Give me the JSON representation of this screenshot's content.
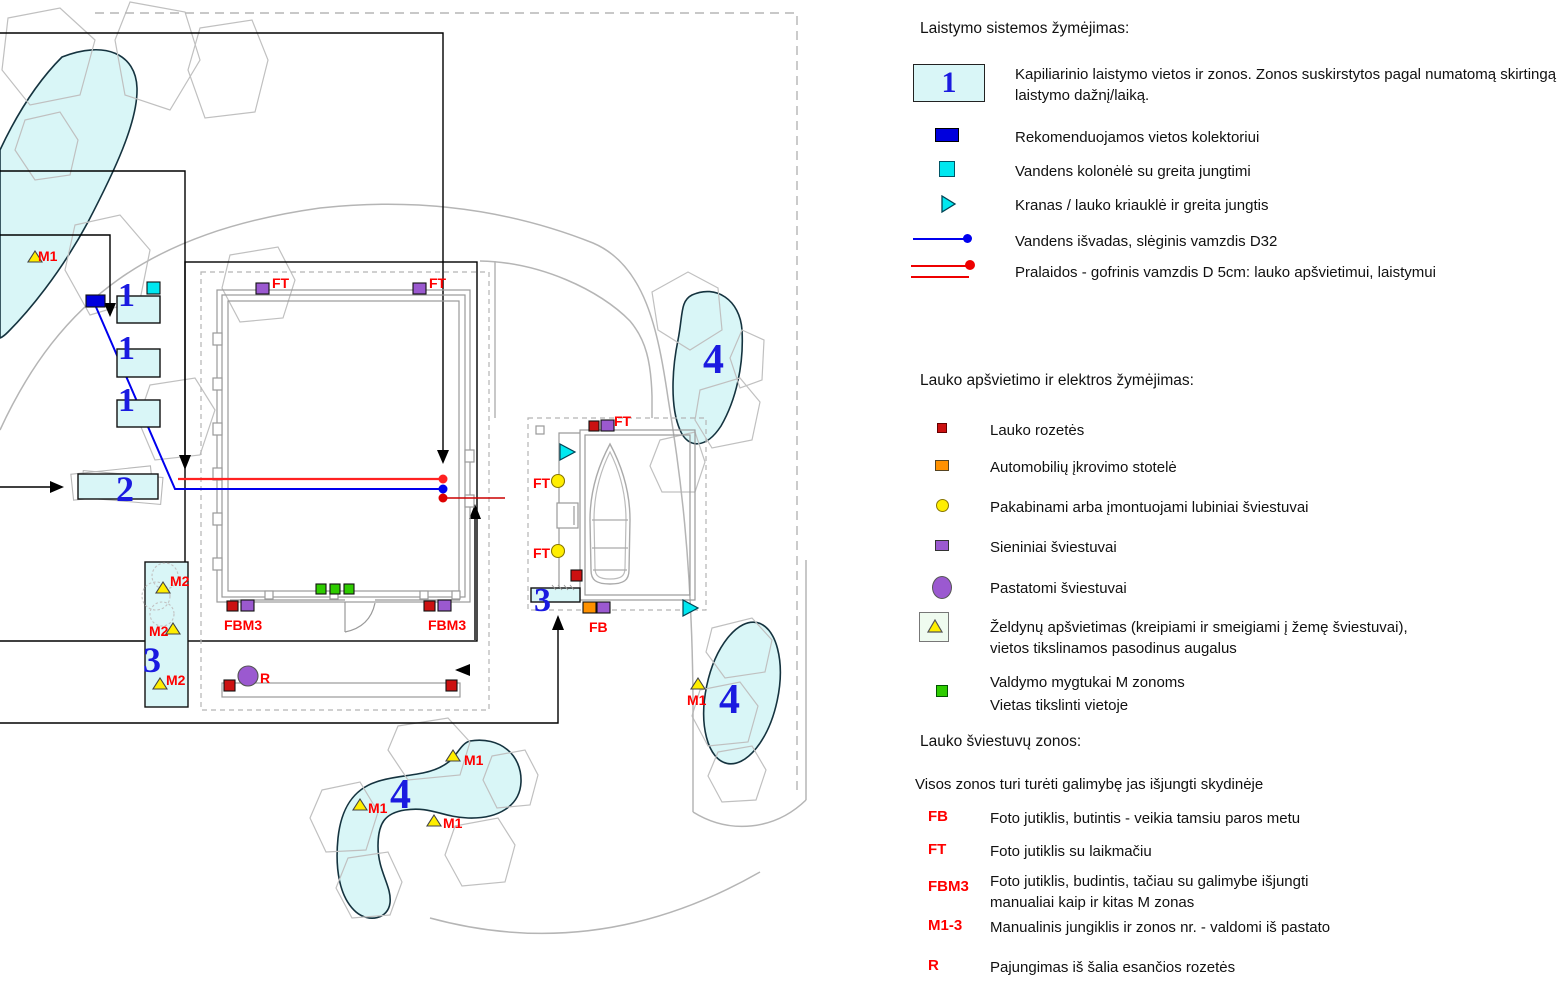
{
  "colors": {
    "zone_fill": "#d9f6f7",
    "accent_blue": "#1a1ae0",
    "collector_blue": "#0000dd",
    "bright_cyan": "#00e8f0",
    "marker_red": "#ff0000",
    "dark_red": "#cc1111",
    "purple": "#9b59d0",
    "yellow": "#ffee00",
    "green": "#2ecc00",
    "orange": "#ff9100"
  },
  "legend": {
    "irrigation": {
      "title": "Laistymo sistemos žymėjimas:",
      "items": [
        {
          "icon": "zone-box",
          "symbol_text": "1",
          "label": "Kapiliarinio laistymo vietos ir zonos. Zonos suskirstytos pagal numatomą skirtingą laistymo dažnį/laiką."
        },
        {
          "icon": "collector-square",
          "label": "Rekomenduojamos vietos kolektoriui"
        },
        {
          "icon": "water-column-square",
          "label": "Vandens kolonėlė su greita jungtimi"
        },
        {
          "icon": "tap-triangle",
          "label": "Kranas / lauko kriauklė ir greita jungtis"
        },
        {
          "icon": "blue-line",
          "label": "Vandens išvadas, slėginis vamzdis D32"
        },
        {
          "icon": "red-lines",
          "label": "Pralaidos - gofrinis vamzdis D 5cm: lauko apšvietimui, laistymui"
        }
      ]
    },
    "lighting": {
      "title": "Lauko apšvietimo ir elektros žymėjimas:",
      "items": [
        {
          "icon": "outdoor-socket-square",
          "label": "Lauko rozetės"
        },
        {
          "icon": "ev-charger-square",
          "label": "Automobilių įkrovimo stotelė"
        },
        {
          "icon": "ceiling-light-circle",
          "label": "Pakabinami arba įmontuojami lubiniai šviestuvai"
        },
        {
          "icon": "wall-light-square",
          "label": "Sieniniai šviestuvai"
        },
        {
          "icon": "standing-light-circle",
          "label": "Pastatomi šviestuvai"
        },
        {
          "icon": "plant-light-triangle",
          "label": "Želdynų apšvietimas (kreipiami ir smeigiami į žemę šviestuvai), vietos tikslinamos pasodinus augalus"
        },
        {
          "icon": "control-button-square",
          "label": "Valdymo mygtukai M zonoms",
          "label2": "Vietas tikslinti vietoje"
        }
      ]
    },
    "zones": {
      "title": "Lauko šviestuvų zonos:",
      "note": "Visos zonos turi turėti galimybę jas išjungti skydinėje",
      "items": [
        {
          "code": "FB",
          "label": "Foto jutiklis, butintis - veikia tamsiu paros metu"
        },
        {
          "code": "FT",
          "label": "Foto jutiklis su laikmačiu"
        },
        {
          "code": "FBM3",
          "label": "Foto jutiklis, budintis, tačiau su galimybe išjungti manualiai kaip ir kitas M zonas"
        },
        {
          "code": "M1-3",
          "label": "Manualinis jungiklis ir zonos nr. - valdomi iš pastato"
        },
        {
          "code": "R",
          "label": "Pajungimas iš šalia esančios rozetės"
        }
      ]
    }
  },
  "plan": {
    "zones": {
      "z1": "1",
      "z2": "2",
      "z3": "3",
      "z4": "4"
    },
    "codes": {
      "m1": "M1",
      "m2": "M2",
      "ft": "FT",
      "fb": "FB",
      "fbm3": "FBM3",
      "r": "R"
    }
  }
}
